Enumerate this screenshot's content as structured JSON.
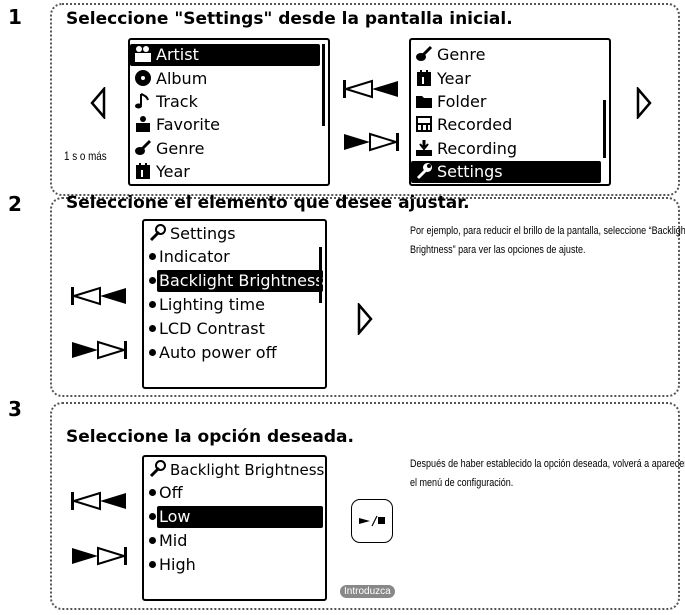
{
  "step1": {
    "number": "1",
    "title": "Seleccione \"Settings\" desde la pantalla inicial.",
    "press_note": "1 s o más",
    "screen_left": [
      {
        "label": "Artist",
        "icon": "artist-icon"
      },
      {
        "label": "Album",
        "icon": "album-icon"
      },
      {
        "label": "Track",
        "icon": "track-icon"
      },
      {
        "label": "Favorite",
        "icon": "favorite-icon"
      },
      {
        "label": "Genre",
        "icon": "genre-icon"
      },
      {
        "label": "Year",
        "icon": "year-icon"
      }
    ],
    "screen_right": [
      {
        "label": "Genre",
        "icon": "genre-icon"
      },
      {
        "label": "Year",
        "icon": "year-icon"
      },
      {
        "label": "Folder",
        "icon": "folder-icon"
      },
      {
        "label": "Recorded",
        "icon": "recorded-icon"
      },
      {
        "label": "Recording",
        "icon": "recording-icon"
      },
      {
        "label": "Settings",
        "icon": "settings-icon"
      }
    ]
  },
  "step2": {
    "number": "2",
    "title": "Seleccione el elemento que desee ajustar.",
    "screen_header": "Settings",
    "items": [
      "Indicator",
      "Backlight Brightness",
      "Lighting time",
      "LCD Contrast",
      "Auto power off"
    ],
    "note": "Por ejemplo, para reducir el brillo de la pantalla, seleccione “Backlight Brightness” para ver las opciones de ajuste."
  },
  "step3": {
    "number": "3",
    "title": "Seleccione la opción deseada.",
    "screen_header": "Backlight Brightness",
    "options": [
      "Off",
      "Low",
      "Mid",
      "High"
    ],
    "note": "Después de haber establecido la opción deseada, volverá a aparecer el menú de configuración.",
    "enter_label": "Introduzca"
  }
}
